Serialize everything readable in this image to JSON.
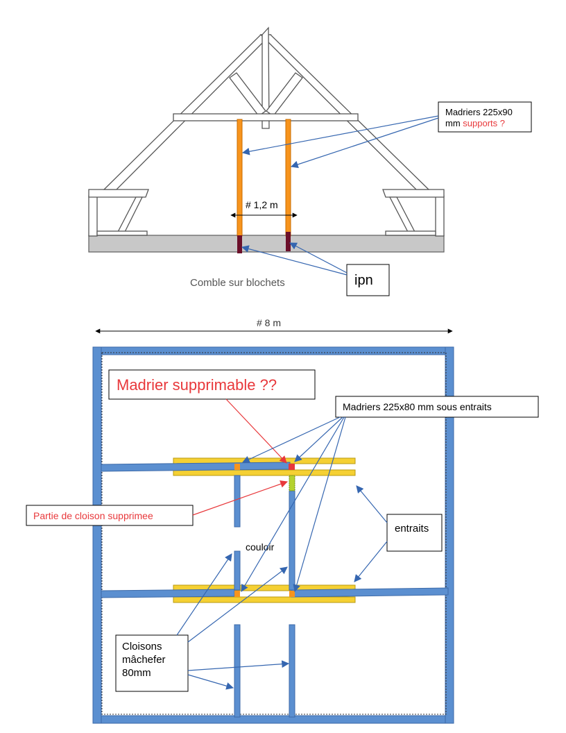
{
  "truss": {
    "caption": "Comble sur blochets",
    "spacing_label": "# 1,2 m",
    "callout_supports": {
      "line1": "Madriers 225x90",
      "line2_dark": "mm ",
      "line2_red": "supports ?"
    },
    "callout_ipn": "ipn"
  },
  "plan": {
    "width_label": "# 8 m",
    "callout_supprimable": "Madrier supprimable ??",
    "callout_madriers": "Madriers 225x80 mm sous entraits",
    "callout_cloison": "Partie de cloison supprimee",
    "callout_entraits": "entraits",
    "corridor_label": "couloir",
    "callout_cloisons": [
      "Cloisons",
      "mâchefer",
      "80mm"
    ]
  },
  "colors": {
    "wall_blue": "#5b8fd0",
    "wall_stroke": "#3d6aa8",
    "beam_yellow": "#f5d033",
    "post_orange": "#f7941d",
    "ipn_maroon": "#6b0f2a",
    "alert_red": "#e8383b",
    "arrow_blue": "#3566b0",
    "cloison_cut": "#b5d22f"
  }
}
